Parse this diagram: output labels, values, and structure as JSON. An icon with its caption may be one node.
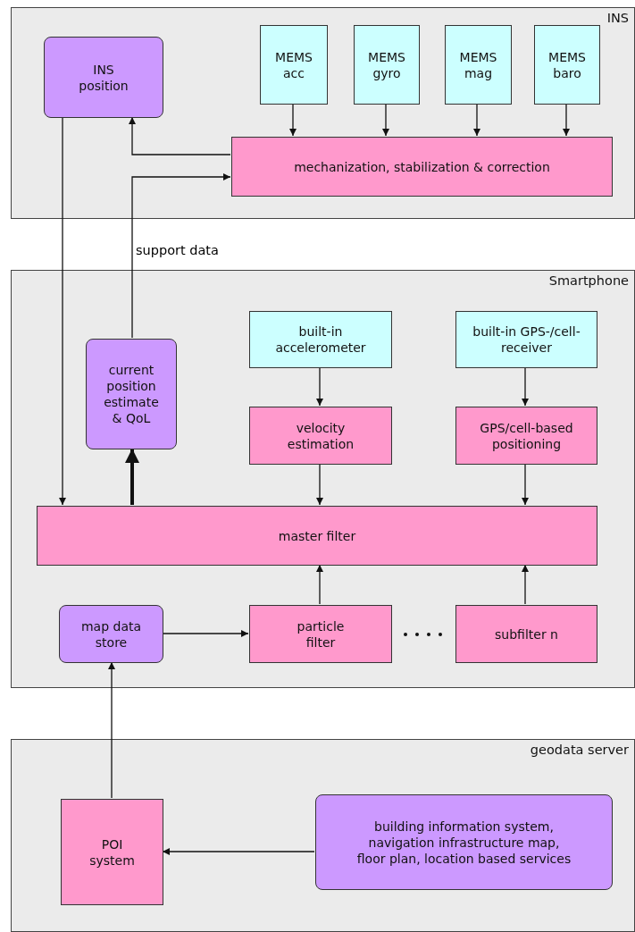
{
  "diagram": {
    "nodes": [
      {
        "text": [
          "INS"
        ]
      },
      {
        "text": [
          "INS position"
        ],
        "in": 0
      },
      {
        "text": [
          "MEMS acc"
        ],
        "in": 0
      },
      {
        "text": [
          "MEMS gyro"
        ],
        "in": 0
      },
      {
        "text": [
          "MEMS mag"
        ],
        "in": 0
      },
      {
        "text": [
          "MEMS baro"
        ],
        "in": 0
      },
      {
        "text": [
          "mechanization, stabilization & correction"
        ],
        "in": 0
      },
      {
        "text": [
          "Smartphone"
        ]
      },
      {
        "text": [
          "current position estimate & QoL"
        ],
        "in": 7
      },
      {
        "text": [
          "built-in accelerometer"
        ],
        "in": 7
      },
      {
        "text": [
          "built-in GPS-/cell-receiver"
        ],
        "in": 7
      },
      {
        "text": [
          "velocity estimation"
        ],
        "in": 7
      },
      {
        "text": [
          "GPS/cell-based positioning"
        ],
        "in": 7
      },
      {
        "text": [
          "master filter"
        ],
        "in": 7
      },
      {
        "text": [
          "map data store"
        ],
        "in": 7
      },
      {
        "text": [
          "particle filter"
        ],
        "in": 7
      },
      {
        "text": [
          "subfilter n"
        ],
        "in": 7
      },
      {
        "text": [
          "geodata server"
        ]
      },
      {
        "text": [
          "POI system"
        ],
        "in": 17
      },
      {
        "text": [
          "building information system, navigation infrastructure map, floor plan, location based services"
        ],
        "in": 17
      }
    ],
    "edges": [
      {
        "from": 2,
        "to": 6,
        "arrow": "to"
      },
      {
        "from": 3,
        "to": 6,
        "arrow": "to"
      },
      {
        "from": 4,
        "to": 6,
        "arrow": "to"
      },
      {
        "from": 5,
        "to": 6,
        "arrow": "to"
      },
      {
        "from": 6,
        "to": 1,
        "arrow": "to"
      },
      {
        "from": 8,
        "to": 6,
        "arrow": "to",
        "label": "support data"
      },
      {
        "from": 1,
        "to": 13,
        "arrow": "to"
      },
      {
        "from": 13,
        "to": 8,
        "arrow": "to",
        "style": "thick"
      },
      {
        "from": 9,
        "to": 11,
        "arrow": "to"
      },
      {
        "from": 10,
        "to": 12,
        "arrow": "to"
      },
      {
        "from": 11,
        "to": 13,
        "arrow": "to"
      },
      {
        "from": 12,
        "to": 13,
        "arrow": "to"
      },
      {
        "from": 15,
        "to": 13,
        "arrow": "to"
      },
      {
        "from": 16,
        "to": 13,
        "arrow": "to"
      },
      {
        "from": 14,
        "to": 15,
        "arrow": "to"
      },
      {
        "from": 18,
        "to": 14,
        "arrow": "to"
      },
      {
        "from": 19,
        "to": 18,
        "arrow": "to"
      }
    ]
  }
}
